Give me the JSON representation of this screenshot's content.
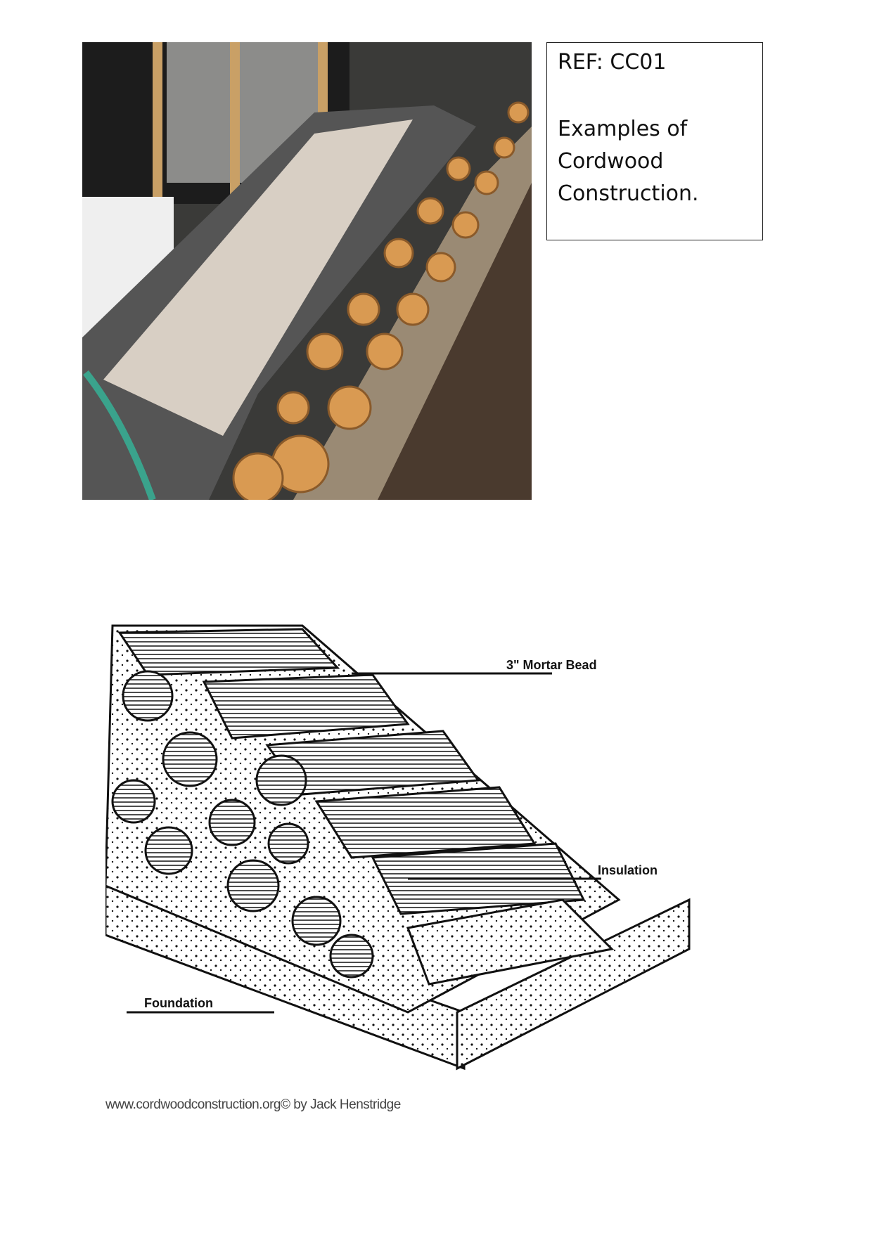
{
  "reference_box": {
    "ref": "REF:  CC01",
    "description_lines": [
      "Examples of",
      "Cordwood",
      "Construction."
    ]
  },
  "diagram": {
    "labels": {
      "mortar_bead": "3\" Mortar Bead",
      "insulation": "Insulation",
      "foundation": "Foundation"
    },
    "credit": "www.cordwoodconstruction.org© by Jack Henstridge"
  }
}
